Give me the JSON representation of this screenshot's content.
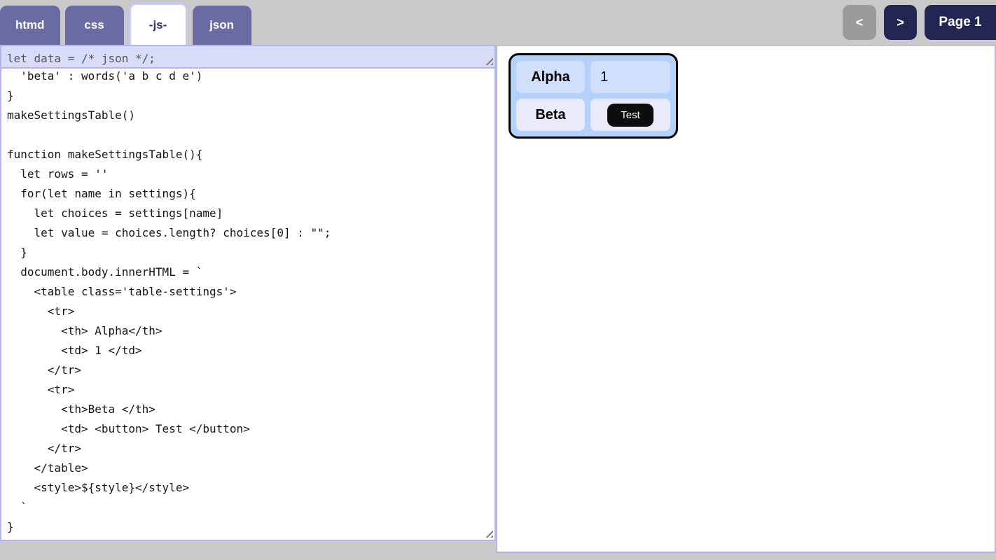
{
  "tabs": {
    "items": [
      {
        "label": "htmd",
        "active": false
      },
      {
        "label": "css",
        "active": false
      },
      {
        "label": "-js-",
        "active": true
      },
      {
        "label": "json",
        "active": false
      }
    ]
  },
  "pagination": {
    "prev_label": "<",
    "next_label": ">",
    "page_label": "Page 1"
  },
  "editor": {
    "data_line": "let data = /* json */;",
    "code": "  'beta' : words('a b c d e')\n}\nmakeSettingsTable()\n\nfunction makeSettingsTable(){\n  let rows = ''\n  for(let name in settings){\n    let choices = settings[name]\n    let value = choices.length? choices[0] : \"\";\n  }\n  document.body.innerHTML = `\n    <table class='table-settings'>\n      <tr>\n        <th> Alpha</th>\n        <td> 1 </td>\n      </tr>\n      <tr>\n        <th>Beta </th>\n        <td> <button> Test </button>\n      </tr>\n    </table>\n    <style>${style}</style>\n  `\n}",
    "scroll_top": "15"
  },
  "preview": {
    "table": {
      "rows": [
        {
          "header": "Alpha",
          "value": "1"
        },
        {
          "header": "Beta",
          "button_label": "Test"
        }
      ]
    }
  },
  "colors": {
    "topbar_bg": "#c9c9c9",
    "tab_inactive_bg": "#6b6ba3",
    "tab_active_bg": "#ffffff",
    "tab_active_text": "#2b2d7e",
    "nav_button_bg": "#232653",
    "nav_prev_bg": "#9b9b9b",
    "editor_data_bg": "#d9dcf8",
    "panel_border": "#b3b6ec",
    "table_outer_bg": "#b3d1fb",
    "table_row1_cell_bg": "#cfdffc",
    "table_row2_cell_bg": "#e9ebfa",
    "test_button_bg": "#0d0d0d"
  }
}
